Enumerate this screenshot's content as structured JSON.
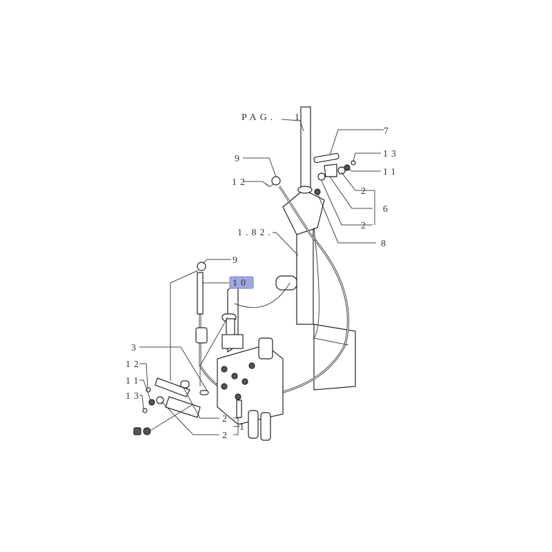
{
  "diagram": {
    "title": "Control valve cable linkage parts diagram",
    "labels": {
      "pag": "PAG.",
      "pag_num": "1",
      "l7": "7",
      "l13_top": "13",
      "l11_top": "11",
      "l9_top": "9",
      "l12_top": "12",
      "l2_a": "2",
      "l6": "6",
      "l2_b": "2",
      "l182": "1.82.",
      "l8": "8",
      "l9_mid": "9",
      "l10": "10",
      "l3": "3",
      "l12_left": "12",
      "l11_left": "11",
      "l13_left": "13",
      "l2_c": "2",
      "l1": "1",
      "l2_d": "2"
    },
    "highlight_color": "#9fa8e0"
  }
}
